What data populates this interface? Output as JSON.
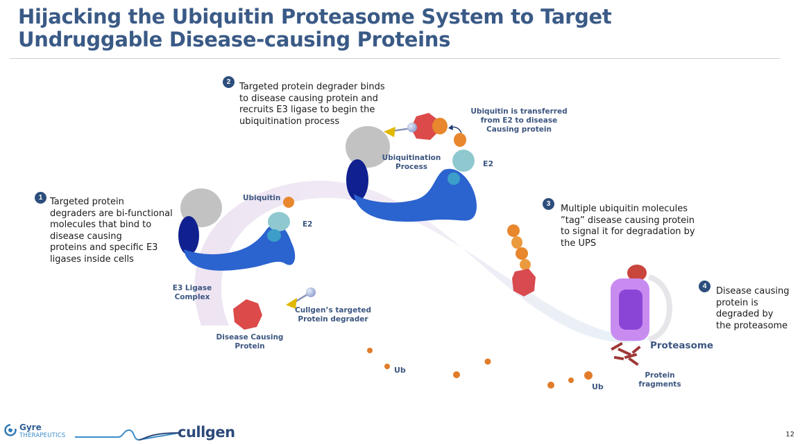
{
  "slide": {
    "title_line1": "Hijacking the Ubiquitin Proteasome System to Target",
    "title_line2": "Undruggable Disease-causing Proteins",
    "page_number": "12"
  },
  "steps": [
    {
      "number": "1",
      "lines": [
        "Targeted protein",
        "degraders are bi-functional",
        "molecules that bind to",
        "disease causing",
        "proteins and specific E3",
        "ligases inside cells"
      ]
    },
    {
      "number": "2",
      "lines": [
        "Targeted protein degrader binds",
        "to disease causing protein and",
        "recruits E3 ligase to begin the",
        "ubiquitination process"
      ]
    },
    {
      "number": "3",
      "lines": [
        "Multiple ubiquitin molecules",
        "”tag” disease causing protein",
        "to signal it for degradation by",
        "the UPS"
      ]
    },
    {
      "number": "4",
      "lines": [
        "Disease causing",
        "protein is",
        "degraded by",
        "the proteasome"
      ]
    }
  ],
  "labels": {
    "ubiquitin": "Ubiquitin",
    "e2_first": "E2",
    "e3_ligase_line1": "E3 Ligase",
    "e3_ligase_line2": "Complex",
    "degrader_line1": "Cullgen’s targeted",
    "degrader_line2": "Protein degrader",
    "disease_protein_line1": "Disease Causing",
    "disease_protein_line2": "Protein",
    "ubiquitination_line1": "Ubiquitination",
    "ubiquitination_line2": "Process",
    "e2_second": "E2",
    "transfer_line1": "Ubiquitin is transferred",
    "transfer_line2": "from E2 to disease",
    "transfer_line3": "Causing protein",
    "proteasome": "Proteasome",
    "fragments_line1": "Protein",
    "fragments_line2": "fragments",
    "ub_left": "Ub",
    "ub_right": "Ub"
  },
  "footer": {
    "gyre_name": "Gyre",
    "gyre_sub": "THERAPEUTICS",
    "cullgen_name": "cullgen"
  },
  "colors": {
    "title": "#3a5a86",
    "badge": "#2d4e7c",
    "label": "#3c5680",
    "e3_blue": "#2a63d1",
    "e3_dark": "#0d1f8f",
    "grey_protein": "#c4c4c4",
    "e2_teal": "#8ccbd0",
    "ubiquitin_orange": "#e88a2f",
    "disease_red": "#dc4a4a",
    "proteasome_purple": "#a66ae0",
    "degrader_yellow": "#e0b800"
  }
}
